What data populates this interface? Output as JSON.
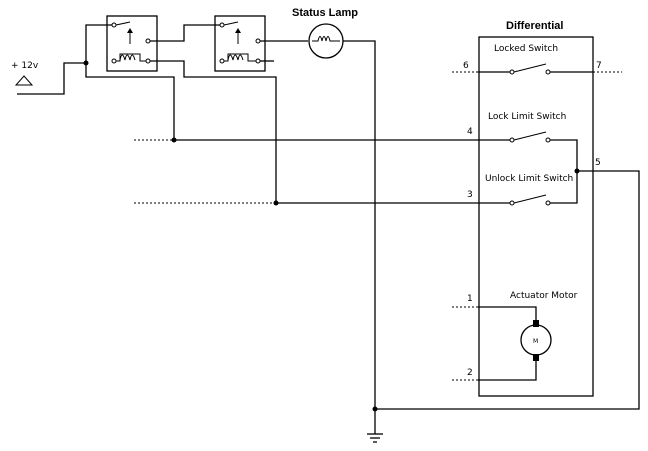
{
  "titles": {
    "status_lamp": "Status Lamp",
    "differential": "Differential"
  },
  "supply": {
    "label": "+ 12v"
  },
  "switches": {
    "locked": "Locked Switch",
    "lock_limit": "Lock Limit Switch",
    "unlock_limit": "Unlock Limit Switch"
  },
  "motor": {
    "label": "Actuator Motor",
    "symbol": "M"
  },
  "pins": {
    "p1": "1",
    "p2": "2",
    "p3": "3",
    "p4": "4",
    "p5": "5",
    "p6": "6",
    "p7": "7"
  }
}
